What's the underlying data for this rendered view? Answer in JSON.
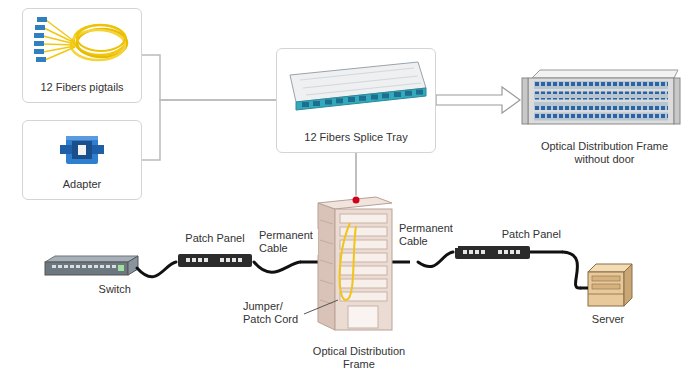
{
  "diagram": {
    "nodes": [
      {
        "text": [
          "12 Fibers pigtails"
        ]
      },
      {
        "text": [
          "Adapter"
        ]
      },
      {
        "text": [
          "12 Fibers Splice Tray"
        ]
      },
      {
        "text": [
          "Optical Distribution Frame without door"
        ]
      },
      {
        "text": [
          "Switch"
        ]
      },
      {
        "text": [
          "Patch Panel"
        ]
      },
      {
        "text": [
          "Optical Distribution Frame"
        ]
      },
      {
        "text": [
          "Patch Panel"
        ]
      },
      {
        "text": [
          "Server"
        ]
      }
    ],
    "edges": [
      {
        "from": 0,
        "to": 2,
        "arrow": "none"
      },
      {
        "from": 1,
        "to": 2,
        "arrow": "none"
      },
      {
        "from": 2,
        "to": 3,
        "arrow": "to"
      },
      {
        "from": 2,
        "to": 6,
        "arrow": "none"
      },
      {
        "from": 4,
        "to": 5,
        "arrow": "none"
      },
      {
        "from": 5,
        "to": 6,
        "label": "Permanent Cable",
        "arrow": "none"
      },
      {
        "from": 6,
        "to": 7,
        "label": "Permanent Cable",
        "arrow": "none"
      },
      {
        "from": 7,
        "to": 8,
        "arrow": "none"
      }
    ],
    "labels": [
      "Jumper/ Patch Cord"
    ]
  }
}
